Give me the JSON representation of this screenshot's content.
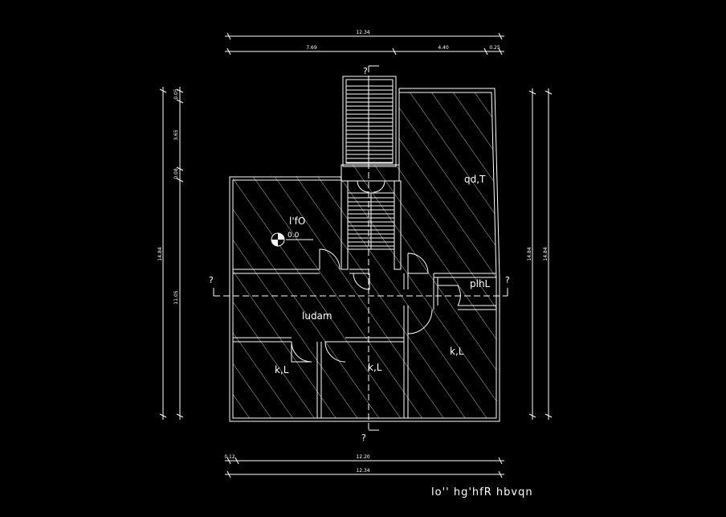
{
  "drawing": {
    "title": "lo'' hg'hfR hbvqn",
    "section_mark": "?",
    "level": "0.0"
  },
  "rooms": {
    "stairs_room": "l'fO",
    "top_right": "qd,T",
    "small_right": "plhL",
    "living": "ludam",
    "bed_left": "k,L",
    "bed_mid": "k,L",
    "bed_right": "k,L"
  },
  "dimensions": {
    "top_total": "12.34",
    "top_left": "7.69",
    "top_mid": "4.40",
    "top_right": "0.25",
    "left_a": "0.05",
    "left_b": "3.65",
    "left_c": "0.08",
    "left_total": "14.84",
    "left_d": "11.05",
    "right_a": "14.84",
    "right_b": "14.84",
    "bottom_small": "0.12",
    "bottom_mid": "12.20",
    "bottom_total": "12.34"
  }
}
